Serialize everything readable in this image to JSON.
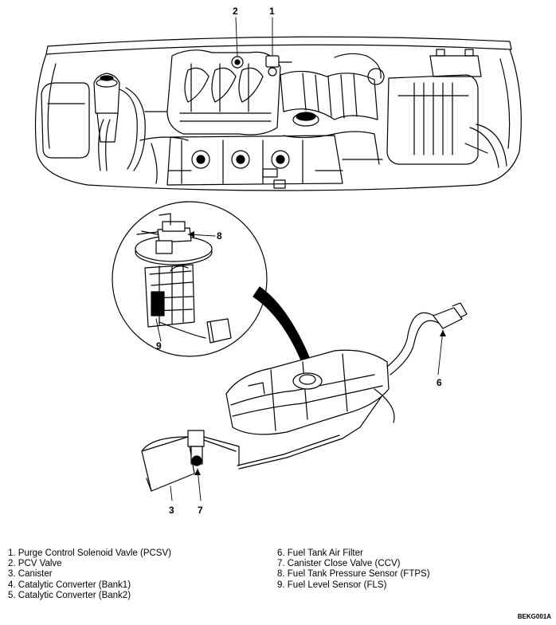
{
  "callouts": {
    "c1": "1",
    "c2": "2",
    "c3": "3",
    "c6": "6",
    "c7": "7",
    "c8": "8",
    "c9": "9"
  },
  "legend": {
    "left": [
      "1. Purge Control Solenoid Vavle (PCSV)",
      "2. PCV Valve",
      "3. Canister",
      "4. Catalytic Converter (Bank1)",
      "5. Catalytic Converter (Bank2)"
    ],
    "right": [
      "6. Fuel Tank Air Filter",
      "7. Canister Close Valve (CCV)",
      "8. Fuel Tank Pressure Sensor  (FTPS)",
      "9. Fuel Level Sensor (FLS)"
    ]
  },
  "figure_code": "BEKG001A",
  "colors": {
    "ink": "#000000",
    "paper": "#ffffff",
    "shade": "#d9d9d9"
  }
}
